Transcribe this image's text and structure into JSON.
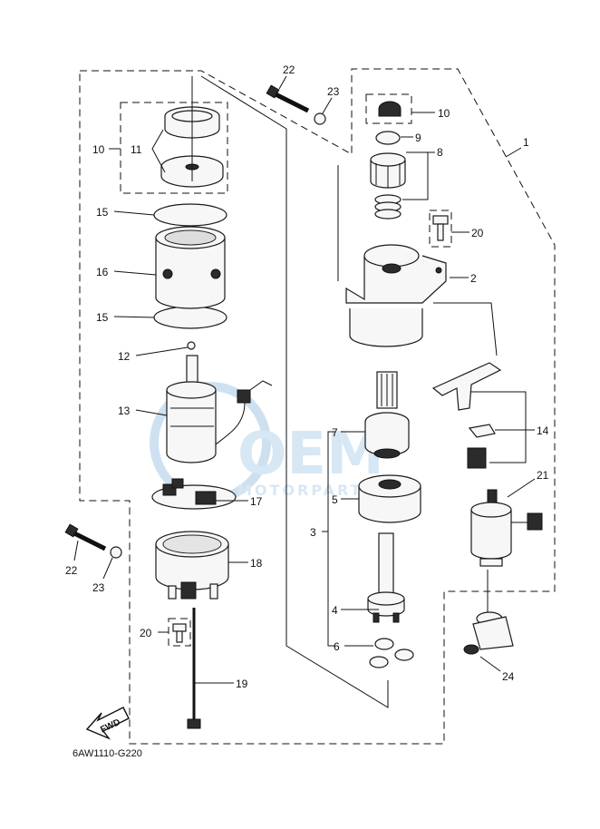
{
  "diagram_code": "6AW1110-G220",
  "fwd_arrow_label": "FWD",
  "watermark": {
    "brand": "OEM",
    "sub": "MOTORPARTS"
  },
  "callouts": [
    {
      "id": "1",
      "label": "1"
    },
    {
      "id": "2",
      "label": "2"
    },
    {
      "id": "3",
      "label": "3"
    },
    {
      "id": "4",
      "label": "4"
    },
    {
      "id": "5",
      "label": "5"
    },
    {
      "id": "6",
      "label": "6"
    },
    {
      "id": "7",
      "label": "7"
    },
    {
      "id": "8",
      "label": "8"
    },
    {
      "id": "9",
      "label": "9"
    },
    {
      "id": "10a",
      "label": "10"
    },
    {
      "id": "10b",
      "label": "10"
    },
    {
      "id": "11",
      "label": "11"
    },
    {
      "id": "12",
      "label": "12"
    },
    {
      "id": "13",
      "label": "13"
    },
    {
      "id": "14",
      "label": "14"
    },
    {
      "id": "15a",
      "label": "15"
    },
    {
      "id": "15b",
      "label": "15"
    },
    {
      "id": "16",
      "label": "16"
    },
    {
      "id": "17",
      "label": "17"
    },
    {
      "id": "18",
      "label": "18"
    },
    {
      "id": "19",
      "label": "19"
    },
    {
      "id": "20a",
      "label": "20"
    },
    {
      "id": "20b",
      "label": "20"
    },
    {
      "id": "21",
      "label": "21"
    },
    {
      "id": "22a",
      "label": "22"
    },
    {
      "id": "22b",
      "label": "22"
    },
    {
      "id": "23a",
      "label": "23"
    },
    {
      "id": "23b",
      "label": "23"
    },
    {
      "id": "24",
      "label": "24"
    }
  ]
}
